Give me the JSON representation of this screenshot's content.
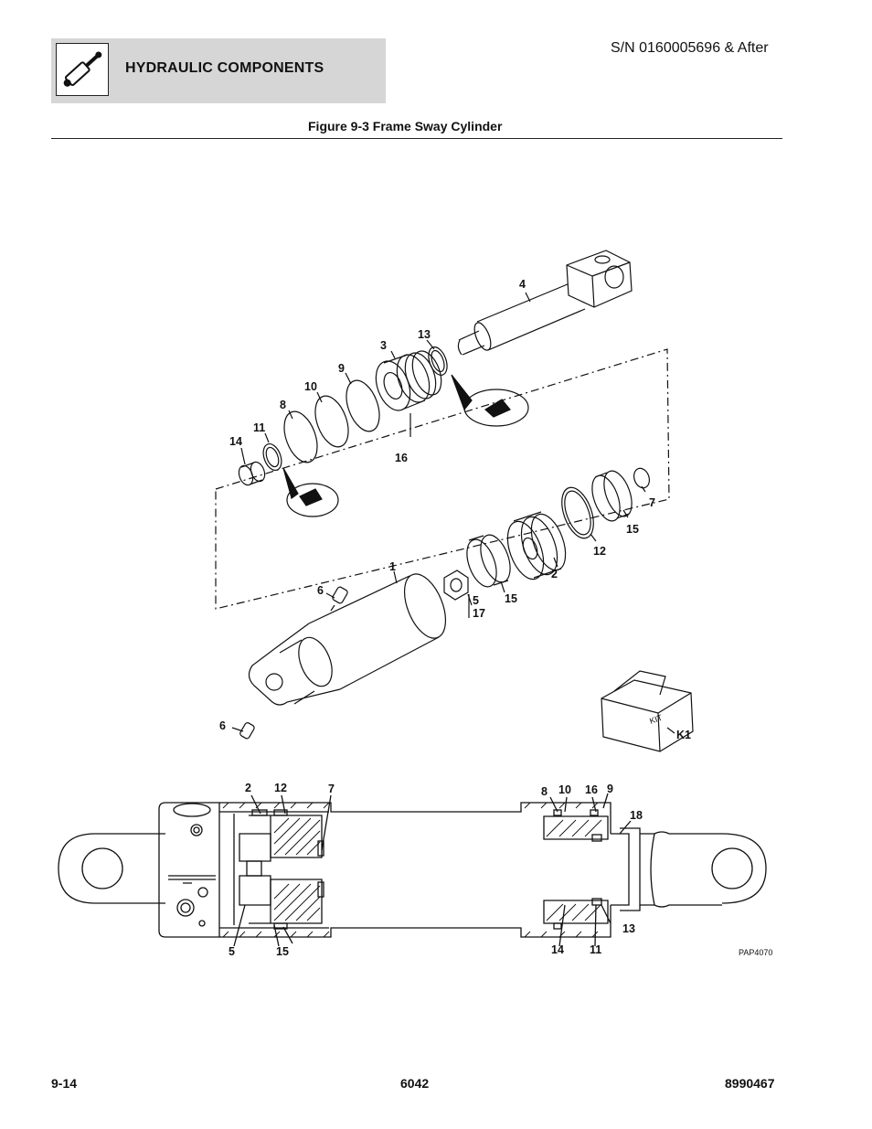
{
  "header": {
    "section_title": "HYDRAULIC COMPONENTS",
    "serial": "S/N 0160005696 & After",
    "icon": "hydraulic-cylinder-icon"
  },
  "figure": {
    "title": "Figure 9-3 Frame Sway Cylinder",
    "drawing_code": "PAP4070",
    "kit_box_text": "KIT"
  },
  "callouts": {
    "c1": "1",
    "c2": "2",
    "c3": "3",
    "c4": "4",
    "c5": "5",
    "c6a": "6",
    "c6b": "6",
    "c7": "7",
    "c8": "8",
    "c9": "9",
    "c10": "10",
    "c11": "11",
    "c12": "12",
    "c13": "13",
    "c14": "14",
    "c15a": "15",
    "c15b": "15",
    "c16": "16",
    "c17": "17",
    "ck1": "K1"
  },
  "section_callouts": {
    "s2": "2",
    "s12": "12",
    "s7": "7",
    "s8": "8",
    "s10": "10",
    "s16": "16",
    "s9": "9",
    "s18": "18",
    "s13": "13",
    "s14": "14",
    "s11": "11",
    "s5": "5",
    "s15": "15"
  },
  "footer": {
    "page": "9-14",
    "model": "6042",
    "manual": "8990467"
  }
}
